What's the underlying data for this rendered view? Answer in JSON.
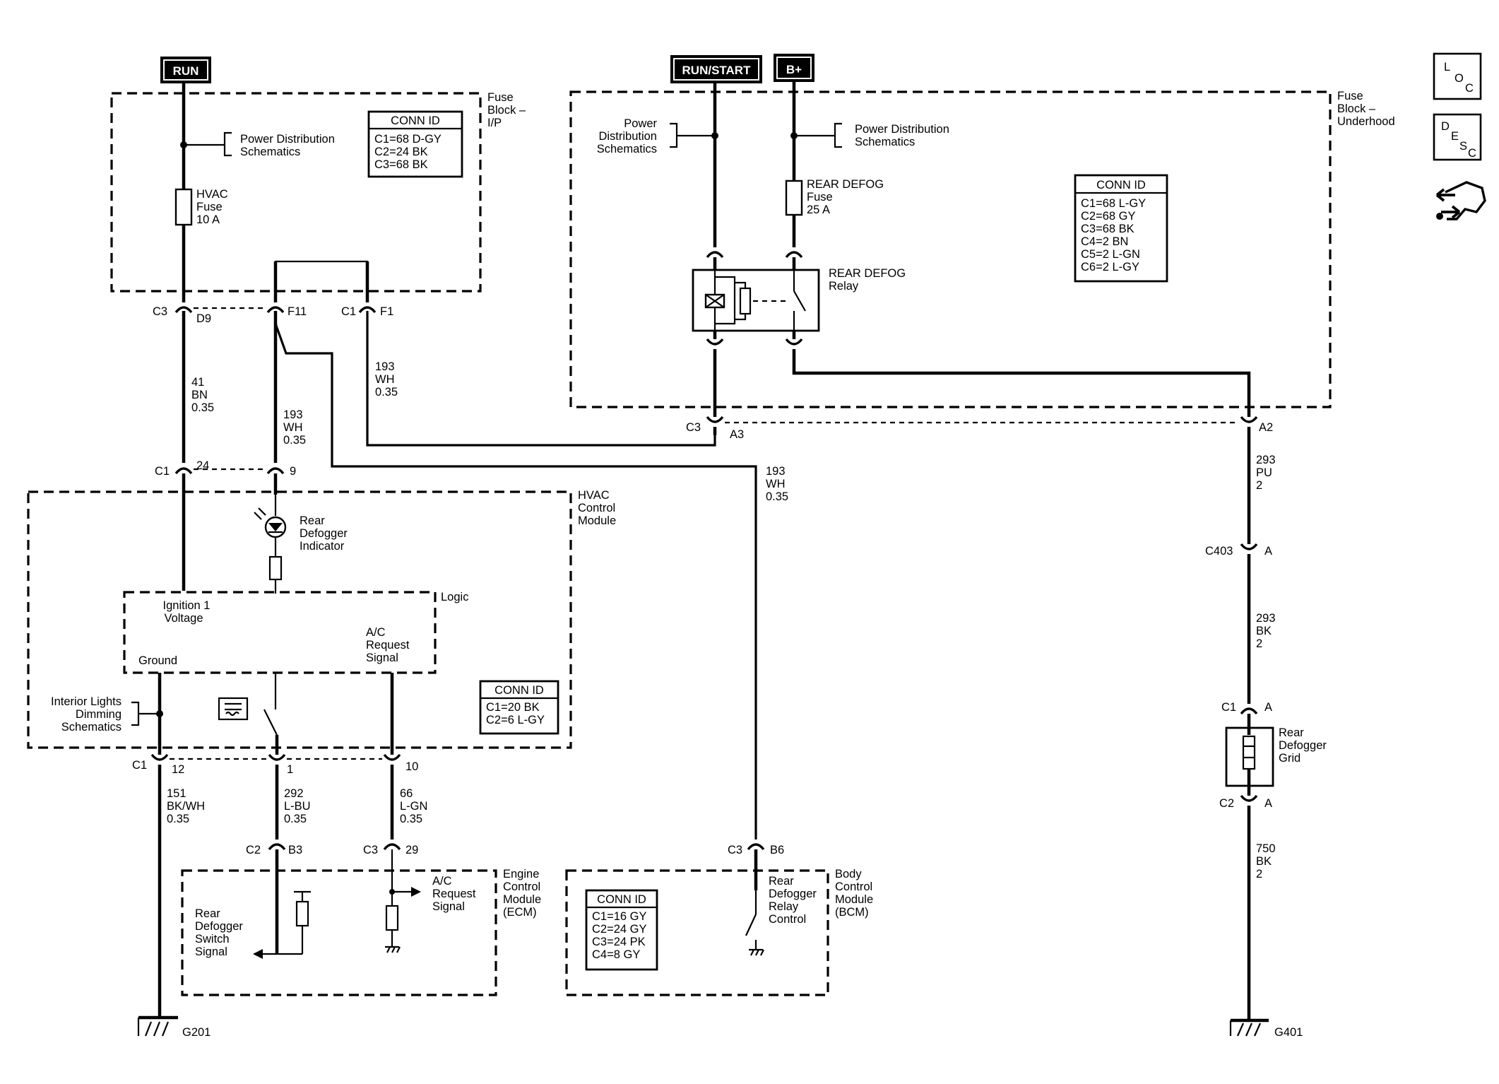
{
  "sources": {
    "run": "RUN",
    "run_start": "RUN/START",
    "bplus": "B+"
  },
  "fuse_block_ip": {
    "title": [
      "Fuse",
      "Block –",
      "I/P"
    ],
    "power_dist": [
      "Power Distribution",
      "Schematics"
    ],
    "fuse": [
      "HVAC",
      "Fuse",
      "10 A"
    ],
    "conn_id": {
      "title": "CONN ID",
      "rows": [
        "C1=68 D-GY",
        "C2=24 BK",
        "C3=68 BK"
      ]
    },
    "pins": {
      "c3": "C3",
      "d9": "D9",
      "f11": "F11",
      "c1": "C1",
      "f1": "F1"
    }
  },
  "fuse_block_underhood": {
    "title": [
      "Fuse",
      "Block –",
      "Underhood"
    ],
    "power_dist_left": [
      "Power",
      "Distribution",
      "Schematics"
    ],
    "power_dist_right": [
      "Power Distribution",
      "Schematics"
    ],
    "fuse": [
      "REAR DEFOG",
      "Fuse",
      "25 A"
    ],
    "relay": [
      "REAR DEFOG",
      "Relay"
    ],
    "conn_id": {
      "title": "CONN ID",
      "rows": [
        "C1=68 L-GY",
        "C2=68 GY",
        "C3=68 BK",
        "C4=2 BN",
        "C5=2 L-GN",
        "C6=2 L-GY"
      ]
    },
    "pins": {
      "c3": "C3",
      "a3": "A3",
      "a2": "A2"
    }
  },
  "wires": {
    "w41": [
      "41",
      "BN",
      "0.35"
    ],
    "w193_a": [
      "193",
      "WH",
      "0.35"
    ],
    "w193_b": [
      "193",
      "WH",
      "0.35"
    ],
    "w193_c": [
      "193",
      "WH",
      "0.35"
    ],
    "w293_pu": [
      "293",
      "PU",
      "2"
    ],
    "w293_bk": [
      "293",
      "BK",
      "2"
    ],
    "w750": [
      "750",
      "BK",
      "2"
    ],
    "w151": [
      "151",
      "BK/WH",
      "0.35"
    ],
    "w292": [
      "292",
      "L-BU",
      "0.35"
    ],
    "w66": [
      "66",
      "L-GN",
      "0.35"
    ]
  },
  "hvac_module": {
    "title": [
      "HVAC",
      "Control",
      "Module"
    ],
    "indicator": [
      "Rear",
      "Defogger",
      "Indicator"
    ],
    "logic": "Logic",
    "ign": [
      "Ignition 1",
      "Voltage"
    ],
    "ground": "Ground",
    "ac_request": [
      "A/C",
      "Request",
      "Signal"
    ],
    "interior": [
      "Interior Lights",
      "Dimming",
      "Schematics"
    ],
    "conn_id": {
      "title": "CONN ID",
      "rows": [
        "C1=20 BK",
        "C2=6 L-GY"
      ]
    },
    "pins": {
      "c1_top": "C1",
      "p24": "24",
      "p9": "9",
      "c1_bot": "C1",
      "p12": "12",
      "p1": "1",
      "p10": "10"
    }
  },
  "ecm": {
    "title": [
      "Engine",
      "Control",
      "Module",
      "(ECM)"
    ],
    "switch_signal": [
      "Rear",
      "Defogger",
      "Switch",
      "Signal"
    ],
    "ac_request": [
      "A/C",
      "Request",
      "Signal"
    ],
    "pins": {
      "c2": "C2",
      "b3": "B3",
      "c3": "C3",
      "p29": "29"
    }
  },
  "bcm": {
    "title": [
      "Body",
      "Control",
      "Module",
      "(BCM)"
    ],
    "relay_control": [
      "Rear",
      "Defogger",
      "Relay",
      "Control"
    ],
    "conn_id": {
      "title": "CONN ID",
      "rows": [
        "C1=16 GY",
        "C2=24 GY",
        "C3=24 PK",
        "C4=8 GY"
      ]
    },
    "pins": {
      "c3": "C3",
      "b6": "B6"
    }
  },
  "grid": {
    "label": [
      "Rear",
      "Defogger",
      "Grid"
    ],
    "c403": "C403",
    "c403_pin": "A",
    "c1": "C1",
    "c1_pin": "A",
    "c2": "C2",
    "c2_pin": "A"
  },
  "grounds": {
    "g201": "G201",
    "g401": "G401"
  },
  "nav": {
    "loc": [
      "L",
      "O",
      "C"
    ],
    "desc": [
      "D",
      "E",
      "S",
      "C"
    ]
  }
}
